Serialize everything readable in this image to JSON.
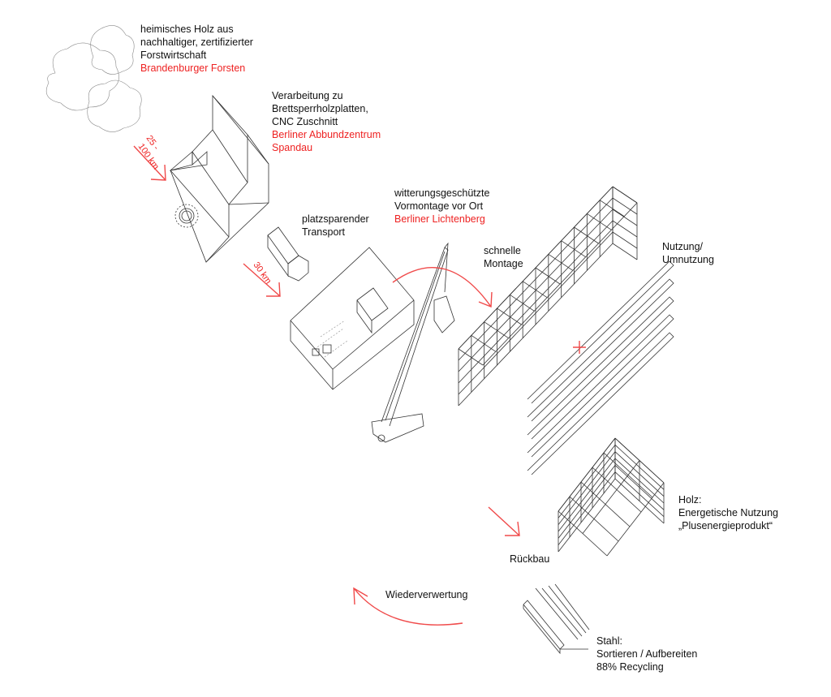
{
  "steps": {
    "forest": {
      "lines": [
        "heimisches Holz aus",
        "nachhaltiger, zertifizierter",
        "Forstwirtschaft"
      ],
      "location": "Brandenburger Forsten"
    },
    "processing": {
      "lines": [
        "Verarbeitung zu",
        "Brettsperrholzplatten,",
        "CNC Zuschnitt"
      ],
      "location": [
        "Berliner Abbundzentrum",
        "Spandau"
      ]
    },
    "transport": {
      "lines": [
        "platzsparender",
        "Transport"
      ]
    },
    "premount": {
      "lines": [
        "witterungsgeschützte",
        "Vormontage vor Ort"
      ],
      "location": "Berliner Lichtenberg"
    },
    "montage": {
      "lines": [
        "schnelle",
        "Montage"
      ]
    },
    "use": {
      "lines": [
        "Nutzung/",
        "Umnutzung"
      ]
    },
    "wood": {
      "lines": [
        "Holz:",
        "Energetische Nutzung",
        "„Plusenergieprodukt“"
      ]
    },
    "dismantle": {
      "label": "Rückbau"
    },
    "reuse": {
      "label": "Wiederverwertung"
    },
    "steel": {
      "lines": [
        "Stahl:",
        "Sortieren / Aufbereiten",
        "88% Recycling"
      ]
    }
  },
  "distances": {
    "forest_to_processing": [
      "25 -",
      "100 km"
    ],
    "processing_to_site": "30 km"
  },
  "colors": {
    "accent": "#ee2222",
    "arrow": "#f04a4a",
    "line": "#333333"
  }
}
